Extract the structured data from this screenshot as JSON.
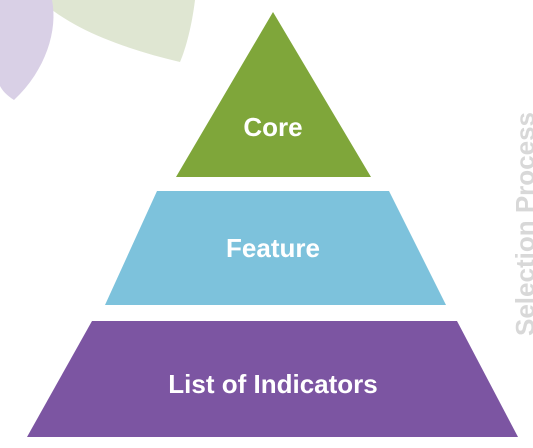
{
  "diagram": {
    "tiers": [
      {
        "label": "Core",
        "color": "#7fa63a"
      },
      {
        "label": "Feature",
        "color": "#7dc2dc"
      },
      {
        "label": "List of Indicators",
        "color": "#7c55a2"
      }
    ],
    "side_label": "Selection Process",
    "decor": {
      "leaf_green": "#dfe6d2",
      "leaf_lavender": "#d9d0e6"
    }
  }
}
